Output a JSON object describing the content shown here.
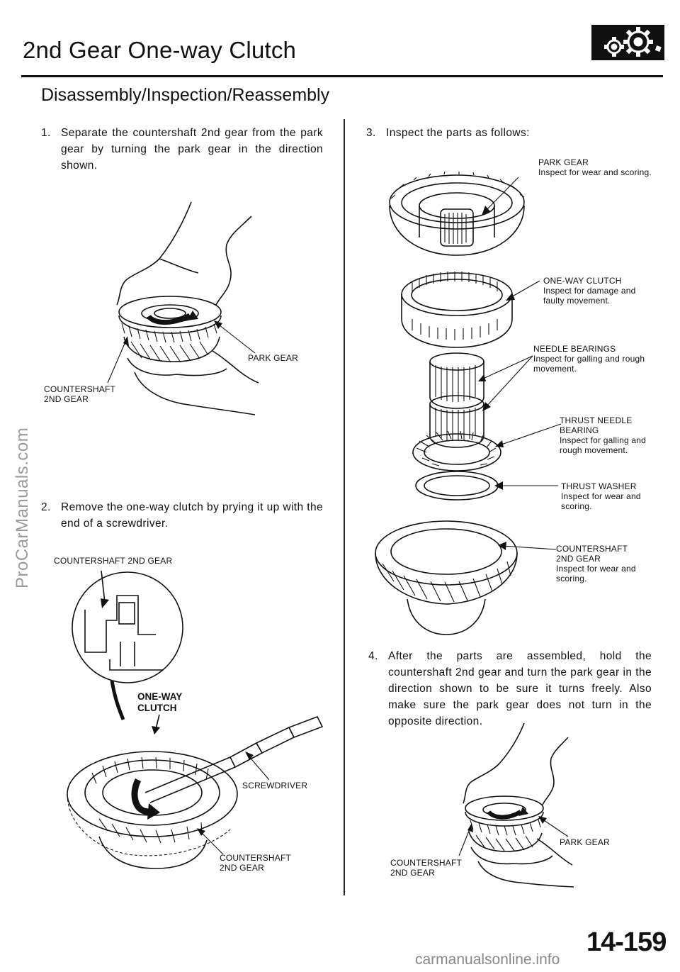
{
  "page": {
    "title": "2nd Gear One-way Clutch",
    "subtitle": "Disassembly/Inspection/Reassembly",
    "page_number": "14-159",
    "watermark_side": "ProCarManuals.com",
    "watermark_footer": "carmanualsonline.info",
    "logo_icon": "gears-icon"
  },
  "left": {
    "step1": {
      "num": "1.",
      "text": "Separate the countershaft 2nd gear from the park gear by turning the park gear in the direction shown."
    },
    "fig1": {
      "park_gear": "PARK GEAR",
      "countershaft_line1": "COUNTERSHAFT",
      "countershaft_line2": "2ND GEAR"
    },
    "step2": {
      "num": "2.",
      "text": "Remove the one-way clutch by prying it up with the end of a screwdriver."
    },
    "fig2": {
      "countershaft_top": "COUNTERSHAFT 2ND GEAR",
      "one_way_line1": "ONE-WAY",
      "one_way_line2": "CLUTCH",
      "screwdriver": "SCREWDRIVER",
      "countershaft_line1": "COUNTERSHAFT",
      "countershaft_line2": "2ND GEAR"
    }
  },
  "right": {
    "step3": {
      "num": "3.",
      "text": "Inspect the parts as follows:"
    },
    "parts": [
      {
        "name_lines": [
          "PARK GEAR"
        ],
        "note_lines": [
          "Inspect for wear and scoring."
        ]
      },
      {
        "name_lines": [
          "ONE-WAY CLUTCH"
        ],
        "note_lines": [
          "Inspect for damage and",
          "faulty movement."
        ]
      },
      {
        "name_lines": [
          "NEEDLE BEARINGS"
        ],
        "note_lines": [
          "Inspect for galling and rough",
          "movement."
        ]
      },
      {
        "name_lines": [
          "THRUST NEEDLE",
          "BEARING"
        ],
        "note_lines": [
          "Inspect for galling and",
          "rough movement."
        ]
      },
      {
        "name_lines": [
          "THRUST WASHER"
        ],
        "note_lines": [
          "Inspect for wear and",
          "scoring."
        ]
      },
      {
        "name_lines": [
          "COUNTERSHAFT",
          "2ND GEAR"
        ],
        "note_lines": [
          "Inspect for wear and",
          "scoring."
        ]
      }
    ],
    "step4": {
      "num": "4.",
      "text": "After the parts are assembled, hold the countershaft 2nd gear and turn the park gear in the direction shown to be sure it turns freely. Also make sure the park gear does not turn in the opposite direction."
    },
    "fig4": {
      "park_gear": "PARK GEAR",
      "countershaft_line1": "COUNTERSHAFT",
      "countershaft_line2": "2ND GEAR"
    }
  }
}
